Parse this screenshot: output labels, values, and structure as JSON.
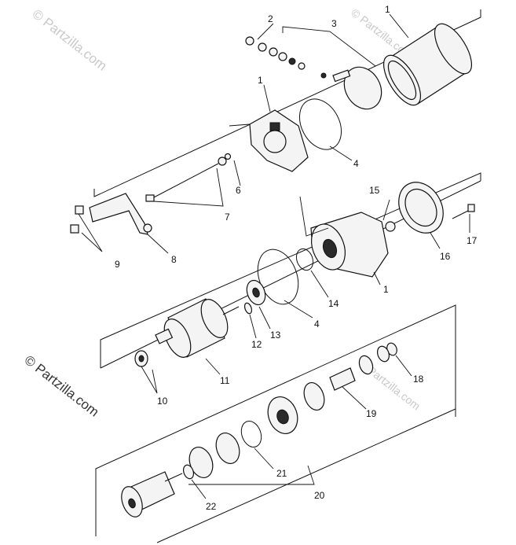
{
  "watermark": {
    "text": "© Partzilla.com",
    "corner_text": "© Partzilla.com"
  },
  "callouts": {
    "c1_top": "1",
    "c2": "2",
    "c3": "3",
    "c1_end_cover": "1",
    "c4_upper": "4",
    "c6": "6",
    "c7": "7",
    "c8": "8",
    "c9": "9",
    "c15": "15",
    "c16": "16",
    "c17": "17",
    "c1_housing": "1",
    "c14": "14",
    "c4_lower": "4",
    "c13": "13",
    "c12": "12",
    "c11": "11",
    "c10": "10",
    "c18": "18",
    "c19": "19",
    "c21": "21",
    "c20": "20",
    "c22": "22"
  }
}
